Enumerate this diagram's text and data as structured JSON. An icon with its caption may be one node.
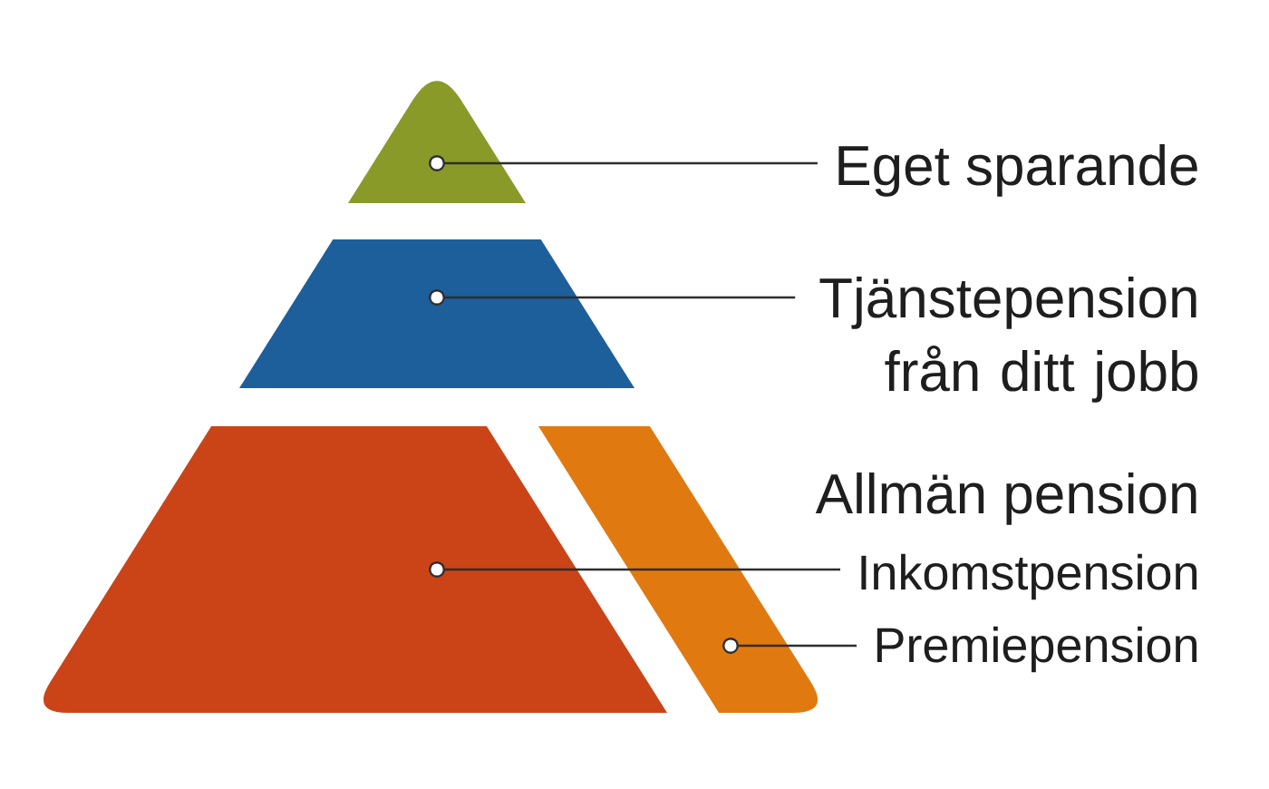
{
  "diagram": {
    "nodes": [
      {
        "text": [],
        "shape": "triangle"
      },
      {
        "text": [
          "Eget sparande"
        ]
      },
      {
        "text": [],
        "shape": "trapezoid"
      },
      {
        "text": [
          "Tjänstepension från ditt jobb"
        ]
      },
      {
        "text": [],
        "shape": "trapezoid"
      },
      {
        "text": [],
        "shape": "parallelogram"
      },
      {
        "text": [
          "Inkomstpension"
        ]
      },
      {
        "text": [
          "Premiepension"
        ]
      }
    ],
    "edges": [
      {
        "from": 1,
        "to": 0,
        "arrow": "other"
      },
      {
        "from": 3,
        "to": 2,
        "arrow": "other"
      },
      {
        "from": 6,
        "to": 4,
        "arrow": "other"
      },
      {
        "from": 7,
        "to": 5,
        "arrow": "other"
      }
    ],
    "labels": [
      "Allmän pension"
    ]
  }
}
